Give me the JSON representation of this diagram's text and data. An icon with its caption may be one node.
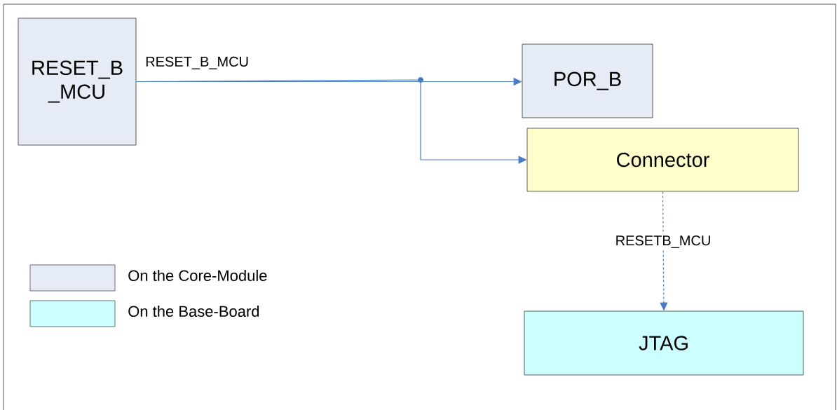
{
  "diagram": {
    "nodes": [
      {
        "text": [
          "RESET_B _MCU"
        ]
      },
      {
        "text": [
          "POR_B"
        ]
      },
      {
        "text": [
          "Connector"
        ]
      },
      {
        "text": [
          "JTAG"
        ]
      }
    ],
    "edges": [
      {
        "from": 0,
        "to": 1,
        "arrow": "to",
        "label": "RESET_B_MCU"
      },
      {
        "from": 0,
        "to": 2,
        "arrow": "to"
      },
      {
        "from": 2,
        "to": 3,
        "arrow": "to",
        "style": "dashed",
        "label": "RESETB_MCU"
      }
    ],
    "legend": [
      {
        "text": "On the Core-Module",
        "color": "#e6ecf6"
      },
      {
        "text": "On the Base-Board",
        "color": "#ccffff"
      }
    ]
  }
}
